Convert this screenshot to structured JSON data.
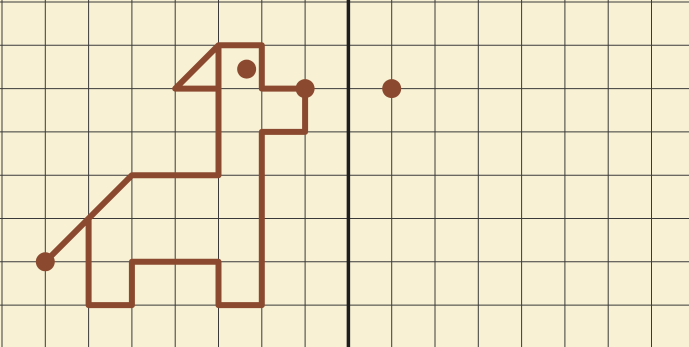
{
  "puzzle": {
    "type": "grid-drawing-symmetry",
    "grid_columns": 16,
    "grid_rows": 8,
    "mirror_line_after_column": 8,
    "colors": {
      "paper": "#f8f1d4",
      "grid_line": "#3a3a3a",
      "mirror_line": "#1e1e1e",
      "drawing": "#8b4a30"
    },
    "drawing_vertices": [
      [
        1,
        6
      ],
      [
        2,
        5
      ],
      [
        3,
        4
      ],
      [
        5,
        4
      ],
      [
        5,
        1
      ],
      [
        4,
        2
      ],
      [
        5,
        2
      ],
      [
        5,
        1
      ],
      [
        6,
        1
      ],
      [
        6,
        2
      ],
      [
        7,
        2
      ],
      [
        7,
        3
      ],
      [
        6,
        3
      ],
      [
        6,
        7
      ],
      [
        5,
        7
      ],
      [
        5,
        6
      ],
      [
        3,
        6
      ],
      [
        3,
        7
      ],
      [
        2,
        7
      ],
      [
        2,
        5
      ]
    ],
    "eye": [
      5.65,
      1.55
    ],
    "start_point": [
      7,
      2
    ],
    "target_point": [
      9,
      2
    ]
  }
}
